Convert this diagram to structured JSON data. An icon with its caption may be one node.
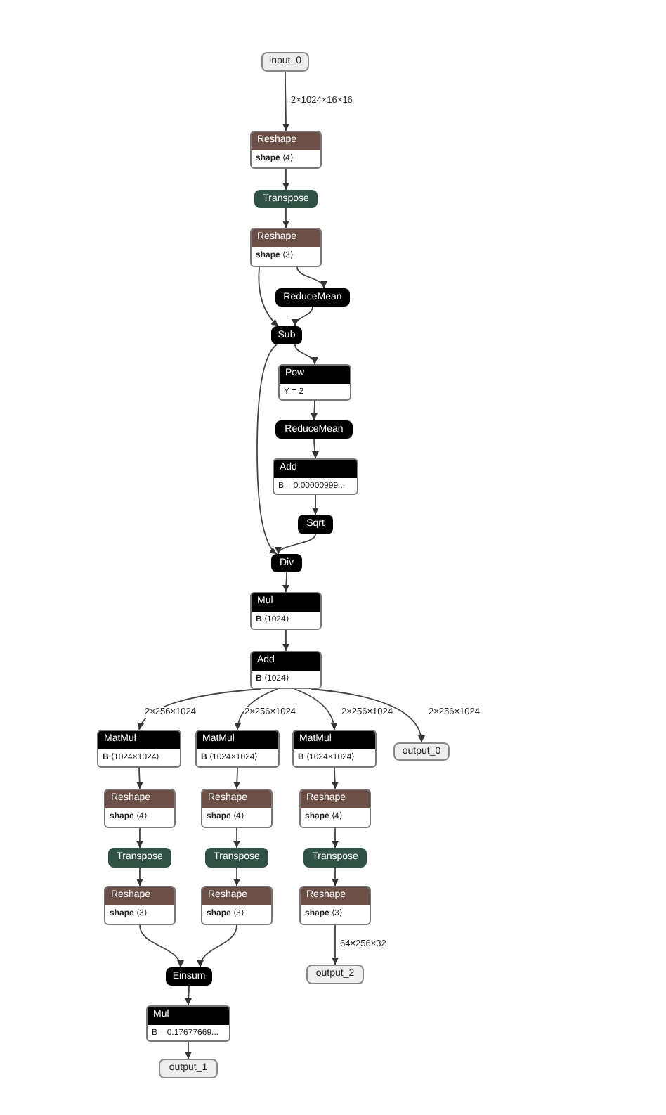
{
  "diagram": {
    "nodes": [
      {
        "text": [
          "input_0"
        ]
      },
      {
        "text": [
          "Reshape",
          "**shape** ⟨4⟩"
        ]
      },
      {
        "text": [
          "Transpose"
        ]
      },
      {
        "text": [
          "Reshape",
          "**shape** ⟨3⟩"
        ]
      },
      {
        "text": [
          "ReduceMean"
        ]
      },
      {
        "text": [
          "Sub"
        ]
      },
      {
        "text": [
          "Pow",
          "Y = 2"
        ]
      },
      {
        "text": [
          "ReduceMean"
        ]
      },
      {
        "text": [
          "Add",
          "B = 0.00000999..."
        ]
      },
      {
        "text": [
          "Sqrt"
        ]
      },
      {
        "text": [
          "Div"
        ]
      },
      {
        "text": [
          "Mul",
          "**B** ⟨1024⟩"
        ]
      },
      {
        "text": [
          "Add",
          "**B** ⟨1024⟩"
        ]
      },
      {
        "text": [
          "MatMul",
          "**B** ⟨1024×1024⟩"
        ]
      },
      {
        "text": [
          "MatMul",
          "**B** ⟨1024×1024⟩"
        ]
      },
      {
        "text": [
          "MatMul",
          "**B** ⟨1024×1024⟩"
        ]
      },
      {
        "text": [
          "output_0"
        ]
      },
      {
        "text": [
          "Reshape",
          "**shape** ⟨4⟩"
        ]
      },
      {
        "text": [
          "Reshape",
          "**shape** ⟨4⟩"
        ]
      },
      {
        "text": [
          "Reshape",
          "**shape** ⟨4⟩"
        ]
      },
      {
        "text": [
          "Transpose"
        ]
      },
      {
        "text": [
          "Transpose"
        ]
      },
      {
        "text": [
          "Transpose"
        ]
      },
      {
        "text": [
          "Reshape",
          "**shape** ⟨3⟩"
        ]
      },
      {
        "text": [
          "Reshape",
          "**shape** ⟨3⟩"
        ]
      },
      {
        "text": [
          "Reshape",
          "**shape** ⟨3⟩"
        ]
      },
      {
        "text": [
          "Einsum"
        ]
      },
      {
        "text": [
          "Mul",
          "B = 0.17677669..."
        ]
      },
      {
        "text": [
          "output_1"
        ]
      },
      {
        "text": [
          "output_2"
        ]
      }
    ],
    "edges": [
      {
        "from": 0,
        "to": 1,
        "arrow": "to",
        "label": "2×1024×16×16"
      },
      {
        "from": 1,
        "to": 2,
        "arrow": "to"
      },
      {
        "from": 2,
        "to": 3,
        "arrow": "to"
      },
      {
        "from": 3,
        "to": 4,
        "arrow": "to"
      },
      {
        "from": 3,
        "to": 5,
        "arrow": "to"
      },
      {
        "from": 4,
        "to": 5,
        "arrow": "to"
      },
      {
        "from": 5,
        "to": 6,
        "arrow": "to"
      },
      {
        "from": 5,
        "to": 10,
        "arrow": "to"
      },
      {
        "from": 6,
        "to": 7,
        "arrow": "to"
      },
      {
        "from": 7,
        "to": 8,
        "arrow": "to"
      },
      {
        "from": 8,
        "to": 9,
        "arrow": "to"
      },
      {
        "from": 9,
        "to": 10,
        "arrow": "to"
      },
      {
        "from": 10,
        "to": 11,
        "arrow": "to"
      },
      {
        "from": 11,
        "to": 12,
        "arrow": "to"
      },
      {
        "from": 12,
        "to": 13,
        "arrow": "to",
        "label": "2×256×1024"
      },
      {
        "from": 12,
        "to": 14,
        "arrow": "to",
        "label": "2×256×1024"
      },
      {
        "from": 12,
        "to": 15,
        "arrow": "to",
        "label": "2×256×1024"
      },
      {
        "from": 12,
        "to": 16,
        "arrow": "to",
        "label": "2×256×1024"
      },
      {
        "from": 13,
        "to": 17,
        "arrow": "to"
      },
      {
        "from": 14,
        "to": 18,
        "arrow": "to"
      },
      {
        "from": 15,
        "to": 19,
        "arrow": "to"
      },
      {
        "from": 17,
        "to": 20,
        "arrow": "to"
      },
      {
        "from": 18,
        "to": 21,
        "arrow": "to"
      },
      {
        "from": 19,
        "to": 22,
        "arrow": "to"
      },
      {
        "from": 20,
        "to": 23,
        "arrow": "to"
      },
      {
        "from": 21,
        "to": 24,
        "arrow": "to"
      },
      {
        "from": 22,
        "to": 25,
        "arrow": "to"
      },
      {
        "from": 23,
        "to": 26,
        "arrow": "to"
      },
      {
        "from": 24,
        "to": 26,
        "arrow": "to"
      },
      {
        "from": 26,
        "to": 27,
        "arrow": "to"
      },
      {
        "from": 27,
        "to": 28,
        "arrow": "to"
      },
      {
        "from": 25,
        "to": 29,
        "arrow": "to",
        "label": "64×256×32"
      }
    ]
  }
}
